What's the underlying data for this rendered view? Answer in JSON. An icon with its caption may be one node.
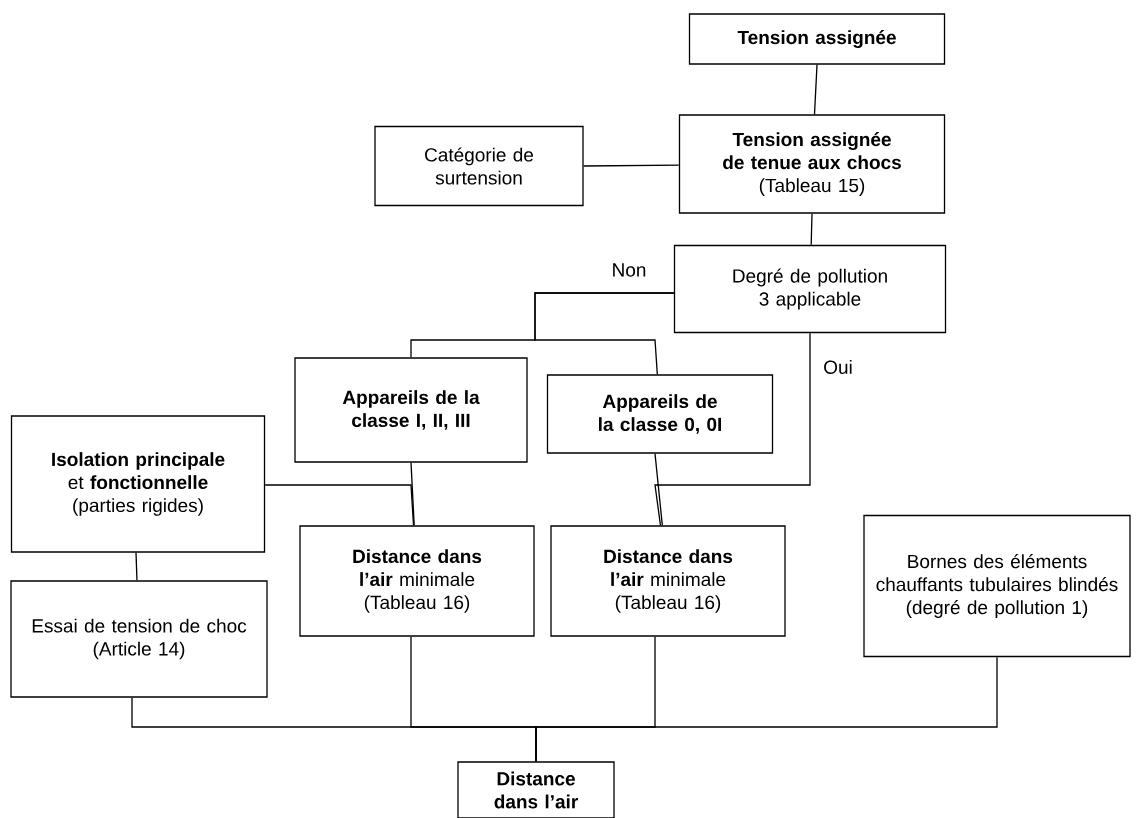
{
  "diagram": {
    "nodes": [
      {
        "text": [
          "Tension assignée"
        ]
      },
      {
        "text": [
          "Catégorie de surtension"
        ]
      },
      {
        "text": [
          "Tension assignée de tenue aux chocs",
          "(Tableau 15)"
        ]
      },
      {
        "text": [
          "Degré de pollution 3 applicable"
        ]
      },
      {
        "text": [
          "Appareils de la classe I, II, III"
        ]
      },
      {
        "text": [
          "Appareils de la classe 0, 0I"
        ]
      },
      {
        "text": [
          "**Isolation principale** et **fonctionnelle**",
          "(parties rigides)"
        ]
      },
      {
        "text": [
          "**Distance dans l’air** minimale",
          "(Tableau 16)"
        ]
      },
      {
        "text": [
          "**Distance dans l’air** minimale",
          "(Tableau 16)"
        ]
      },
      {
        "text": [
          "Essai de tension de choc",
          "(Article 14)"
        ]
      },
      {
        "text": [
          "Bornes des éléments chauffants tubulaires blindés",
          "(degré de pollution 1)"
        ]
      },
      {
        "text": [
          "Distance dans l’air"
        ]
      }
    ],
    "edges": [
      {
        "from": 0,
        "to": 2,
        "arrow": "none"
      },
      {
        "from": 1,
        "to": 2,
        "arrow": "none"
      },
      {
        "from": 2,
        "to": 3,
        "arrow": "none"
      },
      {
        "from": 3,
        "to": 4,
        "arrow": "none",
        "label": "Non"
      },
      {
        "from": 3,
        "to": 5,
        "arrow": "none"
      },
      {
        "from": 3,
        "to": 8,
        "arrow": "none",
        "label": "Oui"
      },
      {
        "from": 5,
        "to": 8,
        "arrow": "none"
      },
      {
        "from": 4,
        "to": 7,
        "arrow": "none"
      },
      {
        "from": 6,
        "to": 7,
        "arrow": "none"
      },
      {
        "from": 6,
        "to": 9,
        "arrow": "none"
      },
      {
        "from": 9,
        "to": 11,
        "arrow": "none"
      },
      {
        "from": 7,
        "to": 11,
        "arrow": "none"
      },
      {
        "from": 8,
        "to": 11,
        "arrow": "none"
      },
      {
        "from": 10,
        "to": 11,
        "arrow": "none"
      }
    ]
  }
}
